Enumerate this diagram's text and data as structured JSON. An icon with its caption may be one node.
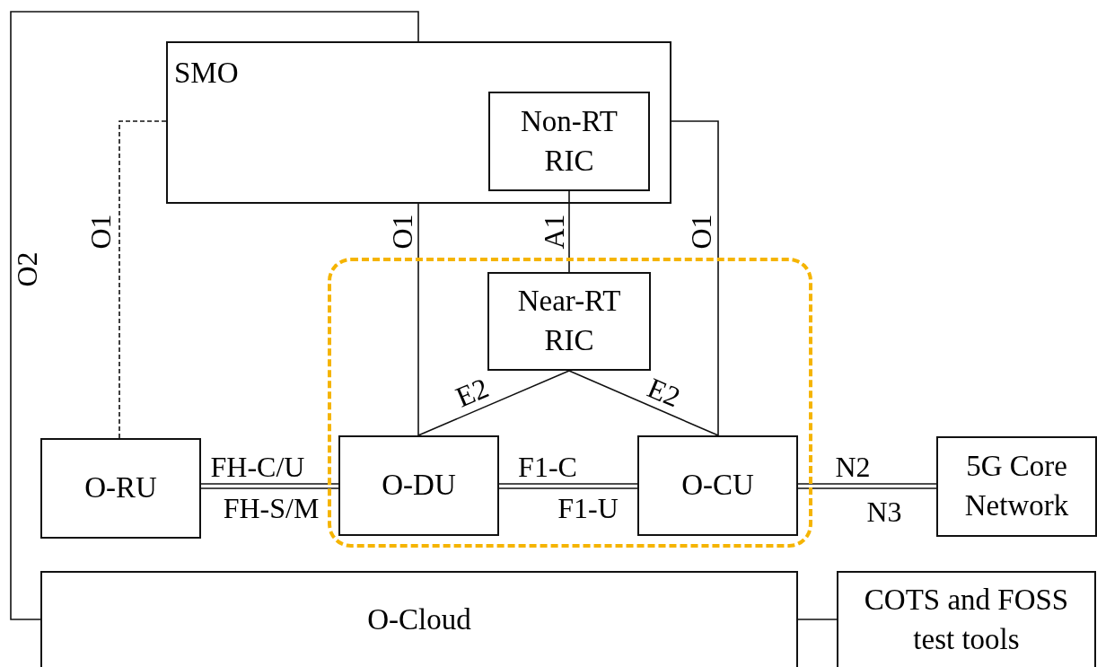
{
  "diagram": {
    "nodes": [
      {
        "text": [
          "SMO"
        ]
      },
      {
        "text": [
          "Non-RT RIC"
        ],
        "in": 0
      },
      {
        "text": [],
        "shape": "box"
      },
      {
        "text": [
          "Near-RT RIC"
        ],
        "in": 2
      },
      {
        "text": [
          "O-RU"
        ]
      },
      {
        "text": [
          "O-DU"
        ],
        "in": 2
      },
      {
        "text": [
          "O-CU"
        ],
        "in": 2
      },
      {
        "text": [
          "5G Core Network"
        ]
      },
      {
        "text": [
          "O-Cloud"
        ]
      },
      {
        "text": [
          "COTS and FOSS test tools"
        ]
      }
    ],
    "edges": [
      {
        "from": 0,
        "to": 4,
        "arrow": "none",
        "label": "O1",
        "style": "dashed"
      },
      {
        "from": 0,
        "to": 5,
        "arrow": "none",
        "label": "O1"
      },
      {
        "from": 1,
        "to": 3,
        "arrow": "none",
        "label": "A1"
      },
      {
        "from": 0,
        "to": 6,
        "arrow": "none",
        "label": "O1"
      },
      {
        "from": 3,
        "to": 5,
        "arrow": "none",
        "label": "E2"
      },
      {
        "from": 3,
        "to": 6,
        "arrow": "none",
        "label": "E2"
      },
      {
        "from": 4,
        "to": 5,
        "arrow": "none",
        "label": "FH-C/U"
      },
      {
        "from": 4,
        "to": 5,
        "arrow": "none",
        "label": "FH-S/M"
      },
      {
        "from": 5,
        "to": 6,
        "arrow": "none",
        "label": "F1-C"
      },
      {
        "from": 5,
        "to": 6,
        "arrow": "none",
        "label": "F1-U"
      },
      {
        "from": 6,
        "to": 7,
        "arrow": "none",
        "label": "N2"
      },
      {
        "from": 6,
        "to": 7,
        "arrow": "none",
        "label": "N3"
      },
      {
        "from": 8,
        "to": 0,
        "arrow": "none",
        "label": "O2"
      },
      {
        "from": 8,
        "to": 9,
        "arrow": "none"
      }
    ]
  }
}
